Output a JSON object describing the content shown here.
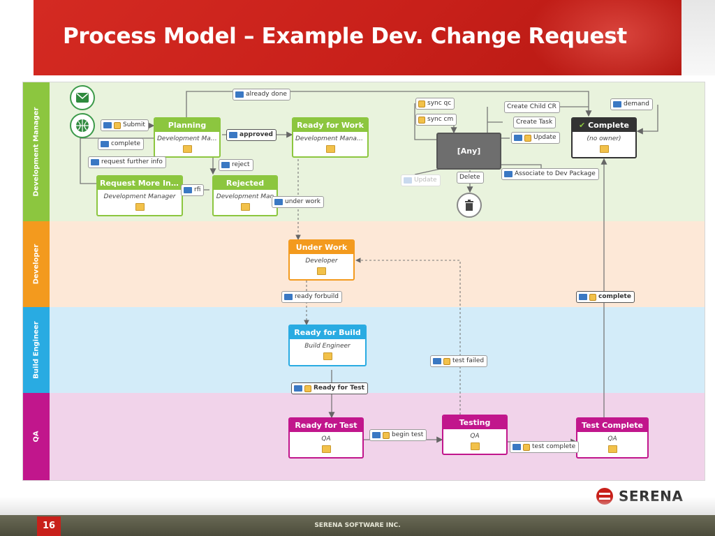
{
  "slide": {
    "title": "Process Model – Example Dev. Change Request",
    "page_number": "16",
    "footer": "SERENA SOFTWARE INC.",
    "logo_text": "SERENA",
    "brand_color": "#c8201a"
  },
  "lanes": [
    {
      "label": "Development Manager",
      "color": "#8cc63f",
      "bg": "#e9f3dd"
    },
    {
      "label": "Developer",
      "color": "#f39a1e",
      "bg": "#fde8d7"
    },
    {
      "label": "Build Engineer",
      "color": "#29abe2",
      "bg": "#d3ecf9"
    },
    {
      "label": "QA",
      "color": "#c1168c",
      "bg": "#f1d3ea"
    }
  ],
  "states": {
    "planning": {
      "title": "Planning",
      "role": "Development Man..."
    },
    "ready_for_work": {
      "title": "Ready for Work",
      "role": "Development Manager"
    },
    "request_more_info": {
      "title": "Request More Info",
      "role": "Development Manager"
    },
    "rejected": {
      "title": "Rejected",
      "role": "Development Man"
    },
    "any": {
      "title": "[Any]"
    },
    "complete": {
      "title": "Complete",
      "role": "(no owner)"
    },
    "under_work": {
      "title": "Under Work",
      "role": "Developer"
    },
    "ready_for_build": {
      "title": "Ready for Build",
      "role": "Build Engineer"
    },
    "ready_for_test": {
      "title": "Ready for Test",
      "role": "QA"
    },
    "testing": {
      "title": "Testing",
      "role": "QA"
    },
    "test_complete": {
      "title": "Test Complete",
      "role": "QA"
    }
  },
  "transitions": {
    "already_done": "already done",
    "submit": "Submit",
    "complete": "complete",
    "request_further_info": "request further info",
    "approved": "approved",
    "reject": "reject",
    "rfi": "rfi",
    "under_work": "under work",
    "sync_qc": "sync qc",
    "sync_cm": "sync cm",
    "update_faded": "Update",
    "delete": "Delete",
    "create_child_cr": "Create Child CR",
    "create_task": "Create Task",
    "update": "Update",
    "associate_dev_package": "Associate to Dev Package",
    "demand": "demand",
    "ready_for_build": "ready forbuild",
    "test_failed": "test failed",
    "ready_for_test": "Ready for Test",
    "begin_test": "begin test",
    "test_complete": "test complete",
    "complete_dev": "complete"
  },
  "icons": {
    "email": "envelope-icon",
    "web_submit": "globe-icon",
    "delete_target": "trash-icon",
    "complete_check": "checkmark-icon",
    "transition_form": "form-icon",
    "transition_script": "script-icon"
  }
}
